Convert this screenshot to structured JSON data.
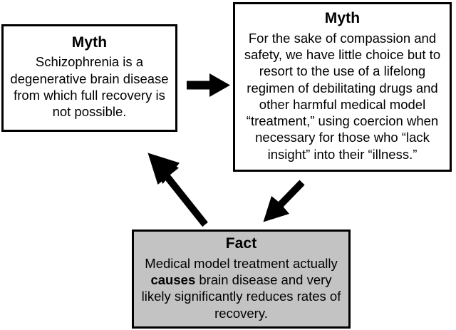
{
  "diagram": {
    "type": "cycle-flow",
    "title": "Myth and Fact cycle of medical model treatment",
    "background_color": "#ffffff",
    "border_color": "#000000",
    "fact_fill_color": "#c3c3c3",
    "myth_fill_color": "#ffffff"
  },
  "nodes": [
    {
      "id": "myth-left",
      "title": "Myth",
      "body": "Schizophrenia is a degenerative brain disease from which full recovery is not possible."
    },
    {
      "id": "myth-right",
      "title": "Myth",
      "body_part1": "For the sake of compassion and safety, we have little choice but to resort to the use of a lifelong regimen of debilitating drugs and other harmful medical model “treatment,” using coercion when necessary for those who “lack insight” into their “illness.”"
    },
    {
      "id": "fact",
      "title": "Fact",
      "body_before_emphasis": "Medical model treatment actually ",
      "body_emphasis": "causes",
      "body_after_emphasis": " brain disease and very likely significantly reduces rates of recovery."
    }
  ],
  "arrows": [
    {
      "id": "arrow-left-myth-to-right-myth",
      "label": "arrow from left Myth box to right Myth box",
      "direction": "right",
      "from": "myth-left",
      "to": "myth-right"
    },
    {
      "id": "arrow-right-myth-to-fact",
      "label": "arrow from right Myth box down-left to Fact box",
      "direction": "down-left",
      "from": "myth-right",
      "to": "fact"
    },
    {
      "id": "arrow-fact-to-left-myth",
      "label": "arrow from Fact box up-left to left Myth box",
      "direction": "up-left",
      "from": "fact",
      "to": "myth-left"
    }
  ]
}
